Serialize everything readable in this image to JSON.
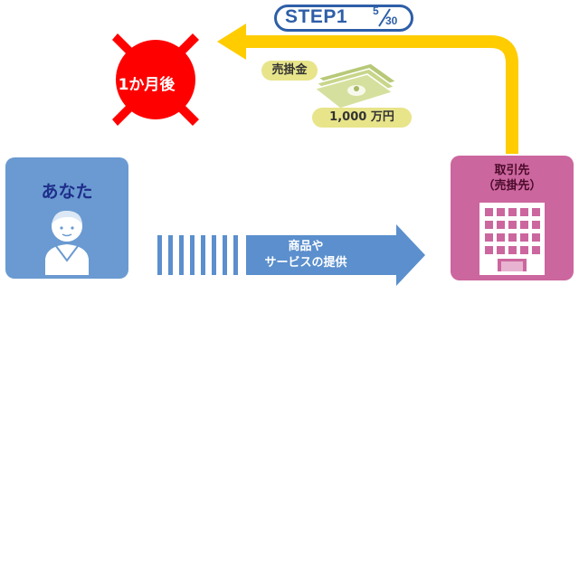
{
  "step": {
    "label": "STEP1",
    "date_numerator": "5",
    "date_denominator": "30"
  },
  "timing": {
    "label": "1か月後"
  },
  "receivable": {
    "label": "売掛金",
    "amount": "1,000 万円"
  },
  "you": {
    "label": "あなた"
  },
  "client": {
    "label_line1": "取引先",
    "label_line2": "（売掛先）"
  },
  "goods_arrow": {
    "label_line1": "商品や",
    "label_line2": "サービスの提供"
  },
  "colors": {
    "step_blue": "#2e5ea8",
    "starburst_red": "#ff0000",
    "return_arrow_yellow": "#ffcc00",
    "you_box_blue": "#6a9ad1",
    "client_box_pink": "#cc669e",
    "goods_arrow_blue": "#5b8fcd",
    "money_green": "#c8d68a"
  },
  "icons": {
    "starburst": "starburst-icon",
    "money": "banknote-stack-icon",
    "person": "person-icon",
    "building": "office-building-icon"
  }
}
